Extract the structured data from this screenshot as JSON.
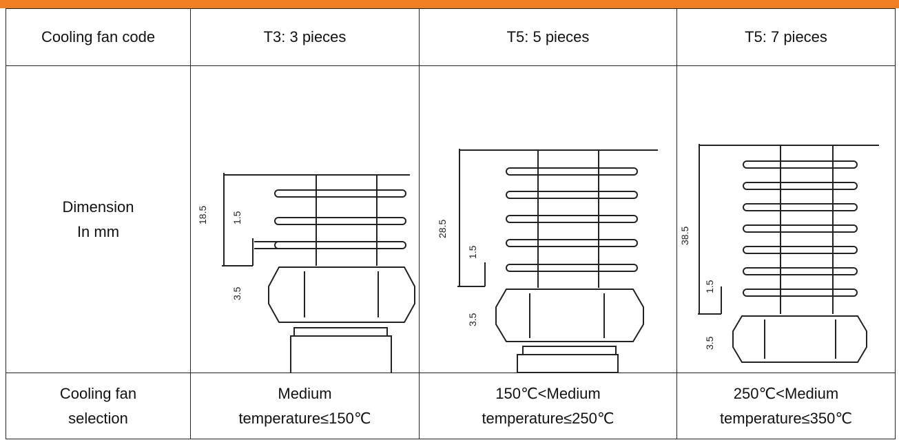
{
  "table": {
    "header": {
      "row_label": "Cooling fan code",
      "col1": "T3: 3 pieces",
      "col2": "T5: 5 pieces",
      "col3": "T5: 7 pieces"
    },
    "dimension_row": {
      "label_line1": "Dimension",
      "label_line2": "In mm",
      "drawings": [
        {
          "overall": "18.5",
          "fin": "1.5",
          "nut": "3.5"
        },
        {
          "overall": "28.5",
          "fin": "1.5",
          "nut": "3.5"
        },
        {
          "overall": "38.5",
          "fin": "1.5",
          "nut": "3.5"
        }
      ]
    },
    "selection_row": {
      "label_line1": "Cooling fan",
      "label_line2": "selection",
      "col1_line1": "Medium",
      "col1_line2": "temperature≤150℃",
      "col2_line1": "150℃<Medium",
      "col2_line2": "temperature≤250℃",
      "col3_line1": "250℃<Medium",
      "col3_line2": "temperature≤350℃"
    }
  },
  "colors": {
    "banner": "#f07e22",
    "line": "#222222"
  }
}
